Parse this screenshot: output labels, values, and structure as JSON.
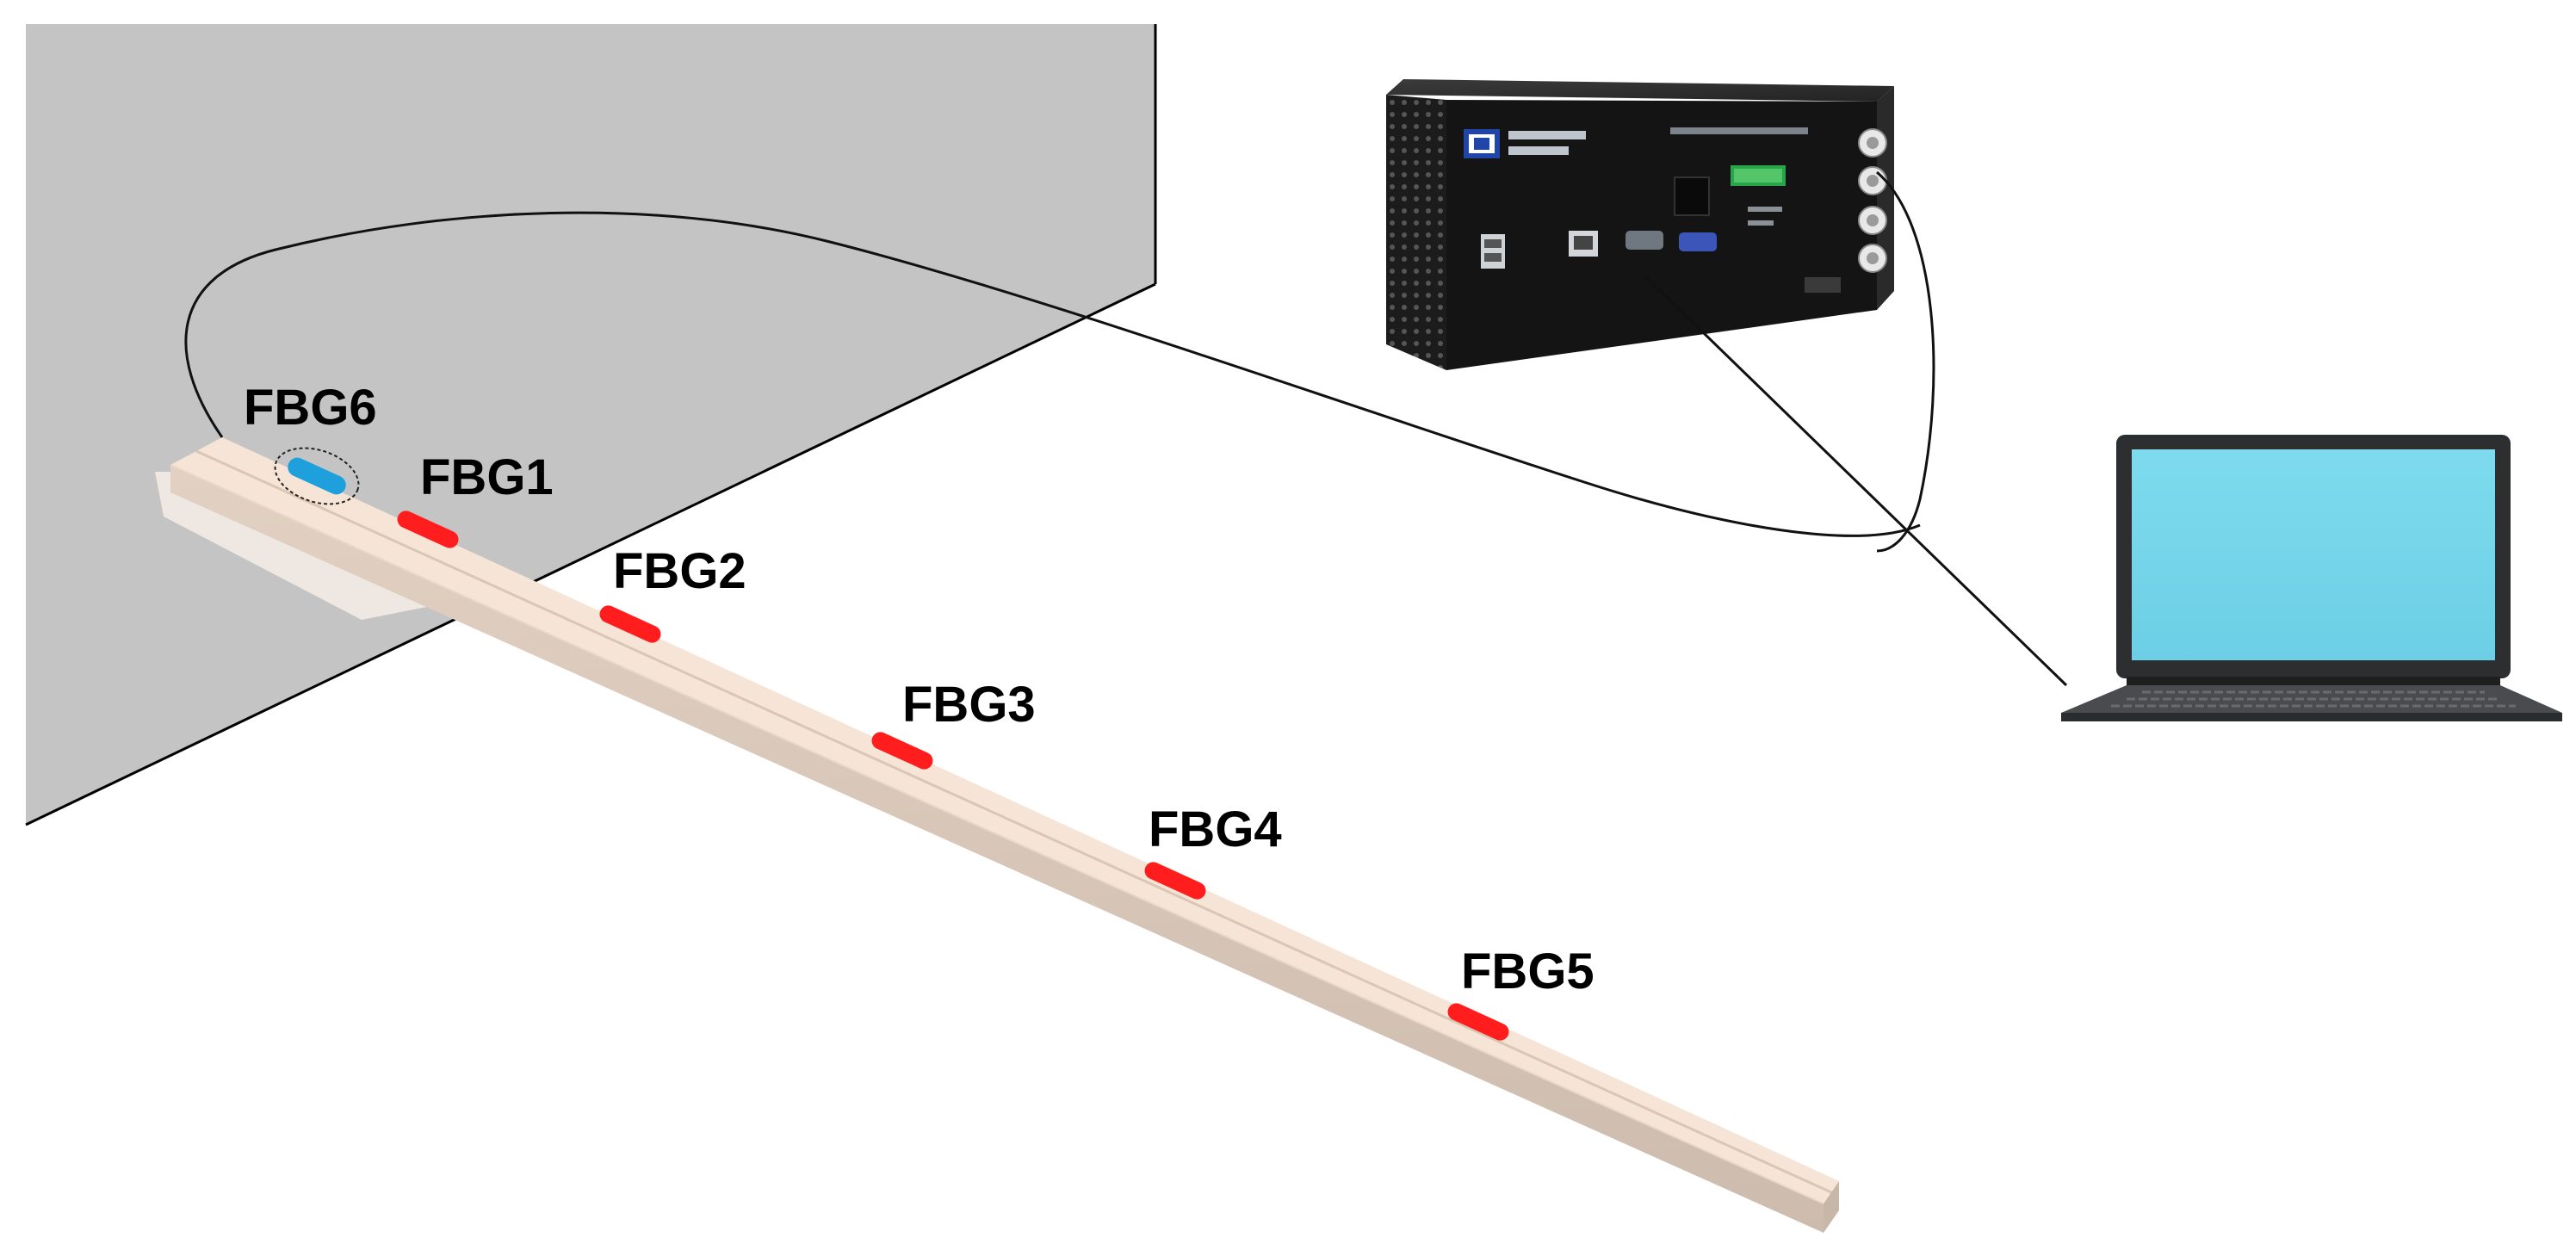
{
  "sensors": [
    {
      "label": "FBG6",
      "type": "reference"
    },
    {
      "label": "FBG1",
      "type": "strain"
    },
    {
      "label": "FBG2",
      "type": "strain"
    },
    {
      "label": "FBG3",
      "type": "strain"
    },
    {
      "label": "FBG4",
      "type": "strain"
    },
    {
      "label": "FBG5",
      "type": "strain"
    }
  ],
  "colors": {
    "wall": "#c4c4c4",
    "beam_top": "#f6e5d6",
    "beam_side": "#ddccbd",
    "strain_sensor": "#ff1d1d",
    "reference_sensor": "#1ea0dc",
    "interrogator_body": "#1a1a1a",
    "laptop_screen": "#78d6ea",
    "laptop_body": "#3a3a3c"
  },
  "devices": {
    "interrogator": {
      "icon": "fbg-interrogator-icon"
    },
    "laptop": {
      "icon": "laptop-icon"
    }
  }
}
